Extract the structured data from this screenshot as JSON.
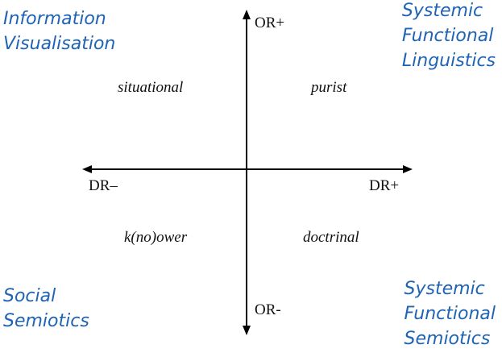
{
  "corners": {
    "top_left": [
      "Information",
      "Visualisation"
    ],
    "top_right": [
      "Systemic",
      "Functional",
      "Linguistics"
    ],
    "bottom_left": [
      "Social",
      "Semiotics"
    ],
    "bottom_right": [
      "Systemic",
      "Functional",
      "Semiotics"
    ]
  },
  "quadrants": {
    "top_left": "situational",
    "top_right": "purist",
    "bottom_left": "k(no)ower",
    "bottom_right": "doctrinal"
  },
  "axes": {
    "vertical_top": "OR+",
    "vertical_bottom": "OR-",
    "horizontal_left": "DR–",
    "horizontal_right": "DR+"
  },
  "colors": {
    "corner_text": "#1f63b4",
    "axis": "#000000"
  }
}
